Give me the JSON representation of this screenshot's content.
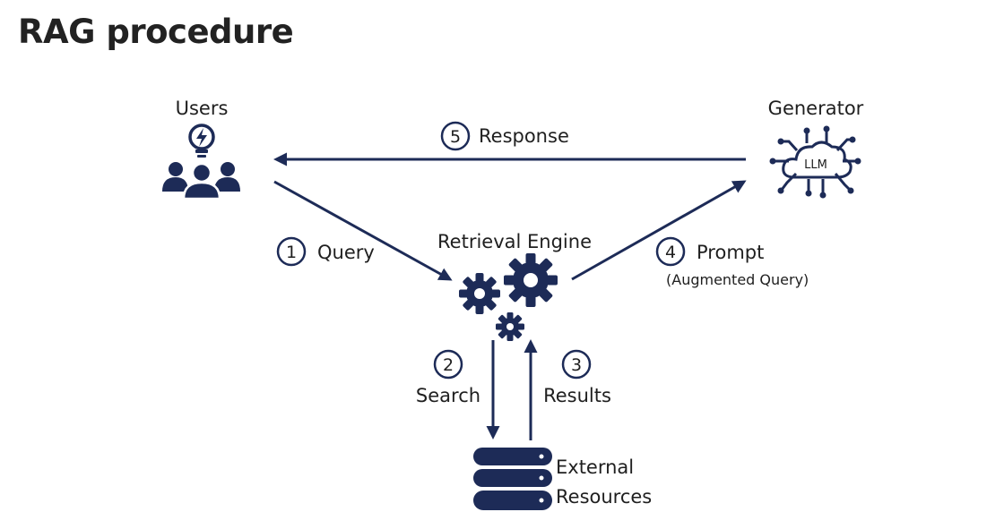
{
  "page": {
    "title": "RAG procedure"
  },
  "colors": {
    "navy": "#1d2b57",
    "text": "#1f1f1f"
  },
  "nodes": {
    "users": {
      "label": "Users",
      "icon": "users-lightbulb-icon"
    },
    "generator": {
      "label": "Generator",
      "icon": "llm-cloud-circuit-icon",
      "badge": "LLM"
    },
    "retrieval": {
      "label": "Retrieval Engine",
      "icon": "gears-icon"
    },
    "resources": {
      "label_line1": "External",
      "label_line2": "Resources",
      "icon": "database-icon"
    }
  },
  "steps": [
    {
      "num": "1",
      "label": "Query"
    },
    {
      "num": "2",
      "label": "Search"
    },
    {
      "num": "3",
      "label": "Results"
    },
    {
      "num": "4",
      "label": "Prompt",
      "sublabel": "(Augmented Query)"
    },
    {
      "num": "5",
      "label": "Response"
    }
  ]
}
